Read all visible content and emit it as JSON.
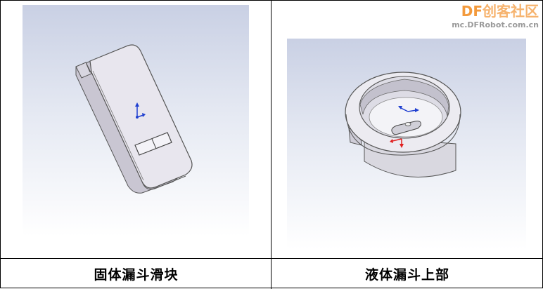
{
  "table": {
    "cells": [
      {
        "caption": "固体漏斗滑块",
        "image": "solid-funnel-slider-3d-model"
      },
      {
        "caption": "液体漏斗上部",
        "image": "liquid-funnel-top-3d-model"
      }
    ]
  },
  "watermark": {
    "logo_prefix": "DF",
    "logo_suffix": "创客社区",
    "url": "mc.DFRobot.com.cn"
  },
  "colors": {
    "border": "#000000",
    "viewport_top": "#c9d0e4",
    "viewport_bottom": "#ffffff",
    "model_fill": "#e8e6ee",
    "axis_blue": "#1f3fd0",
    "axis_red": "#e02020",
    "watermark_orange": "#f39a3c"
  }
}
